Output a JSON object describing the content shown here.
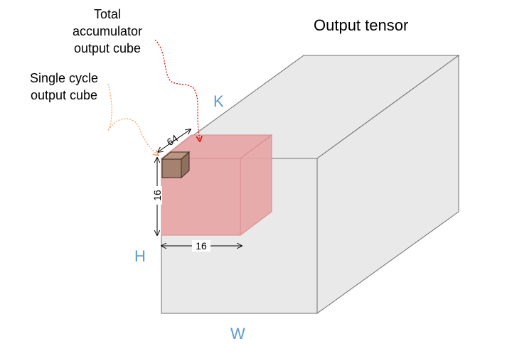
{
  "title": "Output tensor",
  "annotations": {
    "total_accumulator": [
      "Total",
      "accumulator",
      "output cube"
    ],
    "single_cycle": [
      "Single cycle",
      "output cube"
    ]
  },
  "axes": {
    "k": "K",
    "h": "H",
    "w": "W"
  },
  "dimensions": {
    "depth": "64",
    "height": "16",
    "width": "16"
  },
  "colors": {
    "tensor_face": "#e9e9e9",
    "tensor_edge": "#6e6e6e",
    "accumulator_face": "#e8a4a4",
    "accumulator_edge": "#d98888",
    "single_cycle_face": "#a5826f",
    "single_cycle_edge": "#3a2a20",
    "axis_label": "#5b9bd5",
    "red_arrow": "#e00000",
    "orange_arrow": "#f0a060"
  }
}
